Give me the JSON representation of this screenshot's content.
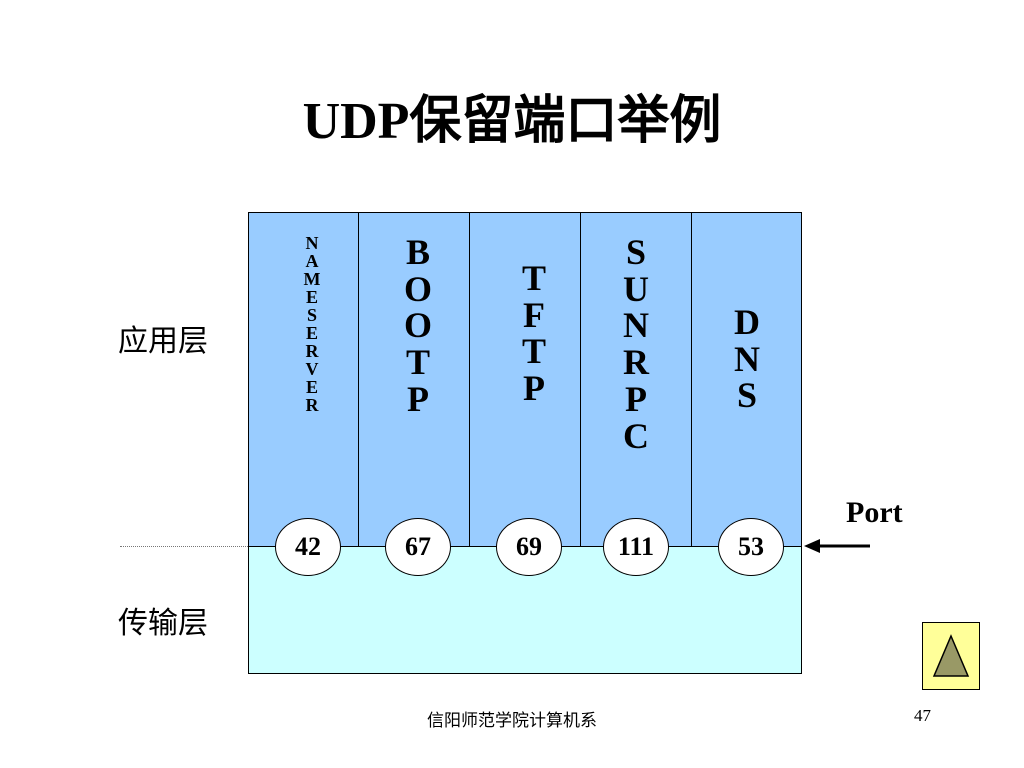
{
  "title": "UDP保留端口举例",
  "layers": {
    "application": "应用层",
    "transport": "传输层"
  },
  "protocols": [
    {
      "name": "NAMESERVER",
      "letters": [
        "N",
        "A",
        "M",
        "E",
        "S",
        "E",
        "R",
        "V",
        "E",
        "R"
      ],
      "port": "42"
    },
    {
      "name": "BOOTP",
      "letters": [
        "B",
        "O",
        "O",
        "T",
        "P"
      ],
      "port": "67"
    },
    {
      "name": "TFTP",
      "letters": [
        "T",
        "F",
        "T",
        "P"
      ],
      "port": "69"
    },
    {
      "name": "SUNRPC",
      "letters": [
        "S",
        "U",
        "N",
        "R",
        "P",
        "C"
      ],
      "port": "111"
    },
    {
      "name": "DNS",
      "letters": [
        "D",
        "N",
        "S"
      ],
      "port": "53"
    }
  ],
  "port_label": "Port",
  "footer": {
    "text": "信阳师范学院计算机系",
    "page_number": "47"
  },
  "nav_button_icon": "triangle-up-icon",
  "colors": {
    "application_layer": "#99ccff",
    "transport_layer": "#ccffff",
    "nav_button": "#ffff99",
    "nav_triangle": "#999966"
  }
}
